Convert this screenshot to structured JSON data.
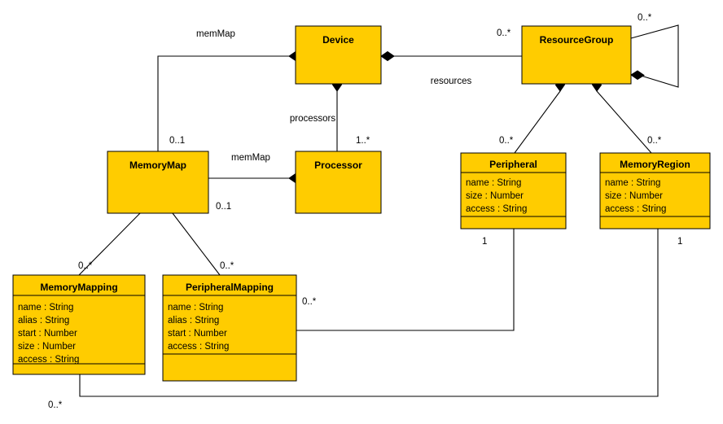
{
  "diagram": {
    "type": "uml-class-diagram",
    "background": "#ffffff",
    "class_fill": "#FFCC00",
    "line_color": "#000000"
  },
  "classes": [
    {
      "id": "device",
      "name": "Device",
      "attributes": [],
      "compartments": 1
    },
    {
      "id": "resourcegroup",
      "name": "ResourceGroup",
      "attributes": [],
      "compartments": 1
    },
    {
      "id": "memorymap",
      "name": "MemoryMap",
      "attributes": [],
      "compartments": 1
    },
    {
      "id": "processor",
      "name": "Processor",
      "attributes": [],
      "compartments": 1
    },
    {
      "id": "peripheral",
      "name": "Peripheral",
      "attributes": [
        "name : String",
        "size : Number",
        "access : String"
      ],
      "compartments": 3
    },
    {
      "id": "memoryregion",
      "name": "MemoryRegion",
      "attributes": [
        "name : String",
        "size : Number",
        "access : String"
      ],
      "compartments": 3
    },
    {
      "id": "memorymapping",
      "name": "MemoryMapping",
      "attributes": [
        "name : String",
        "alias : String",
        "start : Number",
        "size : Number",
        "access : String"
      ],
      "compartments": 3
    },
    {
      "id": "peripheralmapping",
      "name": "PeripheralMapping",
      "attributes": [
        "name : String",
        "alias : String",
        "start : Number",
        "access : String"
      ],
      "compartments": 3
    }
  ],
  "labels": {
    "role_memmap_top": "memMap",
    "role_memmap_mid": "memMap",
    "role_processors": "processors",
    "role_resources": "resources",
    "mult_memorymap_device": "0..1",
    "mult_processor_device": "1..*",
    "mult_resourcegroup_device": "0..*",
    "mult_resourcegroup_self": "0..*",
    "mult_memorymap_processor": "0..1",
    "mult_peripheral_group": "0..*",
    "mult_memoryregion_group": "0..*",
    "mult_memorymapping_map": "0..*",
    "mult_peripheralmapping_map": "0..*",
    "mult_peripheral_bottom": "1",
    "mult_memoryregion_bottom": "1",
    "mult_peripheralmapping_right": "0..*",
    "mult_memorymapping_bottom": "0..*"
  }
}
